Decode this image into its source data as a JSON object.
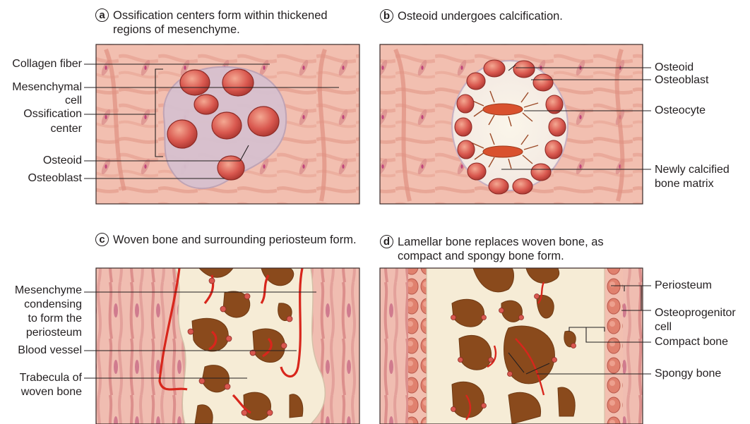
{
  "panels": {
    "a": {
      "badge": "a",
      "caption_line1": "Ossification centers form within thickened",
      "caption_line2": "regions of mesenchyme.",
      "labels": {
        "collagen_fiber": "Collagen fiber",
        "mesenchymal_cell_1": "Mesenchymal",
        "mesenchymal_cell_2": "cell",
        "ossification_center_1": "Ossification",
        "ossification_center_2": "center",
        "osteoid": "Osteoid",
        "osteoblast": "Osteoblast"
      }
    },
    "b": {
      "badge": "b",
      "caption_line1": "Osteoid undergoes calcification.",
      "labels": {
        "osteoid": "Osteoid",
        "osteoblast": "Osteoblast",
        "osteocyte": "Osteocyte",
        "newly_calcified_1": "Newly calcified",
        "newly_calcified_2": "bone matrix"
      }
    },
    "c": {
      "badge": "c",
      "caption_line1": "Woven bone and surrounding periosteum form.",
      "labels": {
        "mesenchyme_1": "Mesenchyme",
        "mesenchyme_2": "condensing",
        "mesenchyme_3": "to form the",
        "mesenchyme_4": "periosteum",
        "blood_vessel": "Blood vessel",
        "trabecula_1": "Trabecula of",
        "trabecula_2": "woven bone"
      }
    },
    "d": {
      "badge": "d",
      "caption_line1": "Lamellar bone replaces woven bone, as",
      "caption_line2": "compact and spongy bone form.",
      "labels": {
        "periosteum": "Periosteum",
        "osteoprogenitor_1": "Osteoprogenitor",
        "osteoprogenitor_2": "cell",
        "compact_bone": "Compact bone",
        "spongy_bone": "Spongy bone"
      }
    }
  },
  "colors": {
    "tissue": "#f2bfb0",
    "fiber": "#e79b8a",
    "fiber_dark": "#d9857a",
    "cell": "#c8475a",
    "matrix_lilac": "#d8c4d2",
    "osteoblast": "#d9584f",
    "bone": "#f6ecd6",
    "marrow": "#8a4a1c",
    "vessel": "#d8261c",
    "border": "#3a2a28"
  }
}
